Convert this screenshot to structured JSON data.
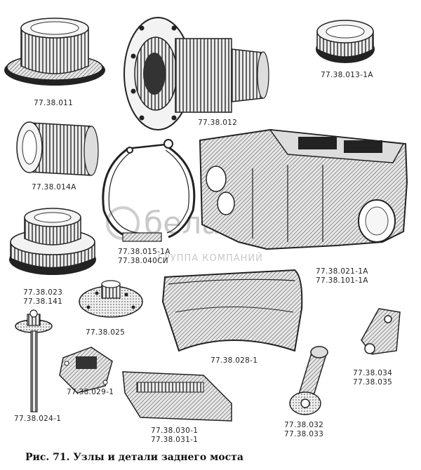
{
  "caption": "Рис. 71. Узлы и детали заднего моста",
  "watermark": {
    "brand": "белаз про",
    "subtitle": "ГРУППА КОМПАНИЙ"
  },
  "labels": {
    "p011": "77.38.011",
    "p012": "77.38.012",
    "p013": "77.38.013-1А",
    "p014": "77.38.014А",
    "p015": "77.38.015-1А",
    "p040": "77.38.040СИ",
    "p021": "77.38.021-1А",
    "p101": "77.38.101-1А",
    "p023": "77.38.023",
    "p141": "77.38.141",
    "p025": "77.38.025",
    "p028": "77.38.028-1",
    "p024": "77.38.024-1",
    "p029": "77.38.029-1",
    "p030": "77.38.030-1",
    "p031": "77.38.031-1",
    "p032": "77.38.032",
    "p033": "77.38.033",
    "p034": "77.38.034",
    "p035": "77.38.035"
  }
}
